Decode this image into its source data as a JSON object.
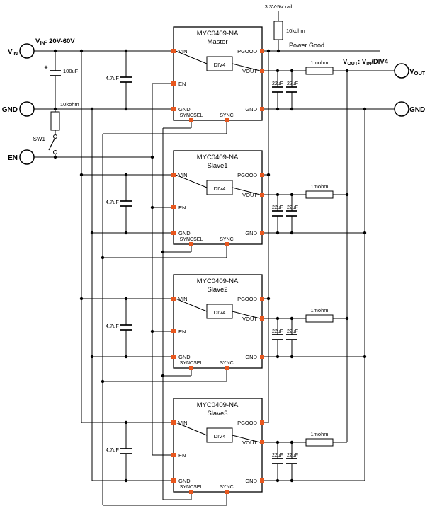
{
  "colors": {
    "pin_accent": "#e8571e",
    "wire": "#000000",
    "background": "#ffffff"
  },
  "terminals": {
    "vin": {
      "v": "V",
      "sub": "IN"
    },
    "gnd_left": "GND",
    "en": "EN",
    "vout": {
      "v": "V",
      "sub": "OUT"
    },
    "gnd_right": "GND"
  },
  "annotations": {
    "vin_spec": {
      "v": "V",
      "sub": "IN",
      "rest": ": 20V-60V"
    },
    "vout_spec": {
      "v": "V",
      "sub1": "OUT",
      "mid": ": V",
      "sub2": "IN",
      "rest": "/DIV4"
    },
    "rail": "3.3V-5V rail",
    "power_good": "Power Good"
  },
  "components": {
    "bulk_cap": "100uF",
    "bulk_cap_polarity": "+",
    "en_resistor": "10kohm",
    "switch": "SW1",
    "pullup_resistor": "10kohm",
    "input_cap": "4.7uF",
    "output_cap_left": "22uF",
    "output_cap_right": "22uF",
    "output_resistor": "1mohm",
    "divider": "DIV4"
  },
  "pin_labels": {
    "vin": "VIN",
    "en": "EN",
    "gnd": "GND",
    "pgood": "PGOOD",
    "vout": "VOUT",
    "syncsel": "SYNCSEL",
    "sync": "SYNC"
  },
  "blocks": [
    {
      "part": "MYC0409-NA",
      "role": "Master"
    },
    {
      "part": "MYC0409-NA",
      "role": "Slave1"
    },
    {
      "part": "MYC0409-NA",
      "role": "Slave2"
    },
    {
      "part": "MYC0409-NA",
      "role": "Slave3"
    }
  ]
}
